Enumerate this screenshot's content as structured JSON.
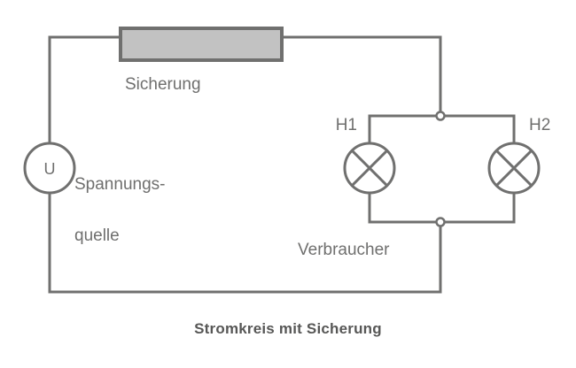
{
  "diagram": {
    "caption": "Stromkreis mit Sicherung",
    "components": {
      "fuse": {
        "label": "Sicherung",
        "icon": "fuse-rectangle-icon"
      },
      "voltage_source": {
        "symbol": "U",
        "label_line1": "Spannungs-",
        "label_line2": "quelle",
        "icon": "voltage-source-circle-icon"
      },
      "lamp_h1": {
        "label": "H1",
        "icon": "lamp-cross-circle-icon"
      },
      "lamp_h2": {
        "label": "H2",
        "icon": "lamp-cross-circle-icon"
      },
      "load_group": {
        "label": "Verbraucher"
      }
    },
    "colors": {
      "wire": "#70706f",
      "fuse_fill": "#c2c2c2",
      "text": "#6f6f6e",
      "caption_text": "#575756",
      "background": "#ffffff"
    }
  }
}
